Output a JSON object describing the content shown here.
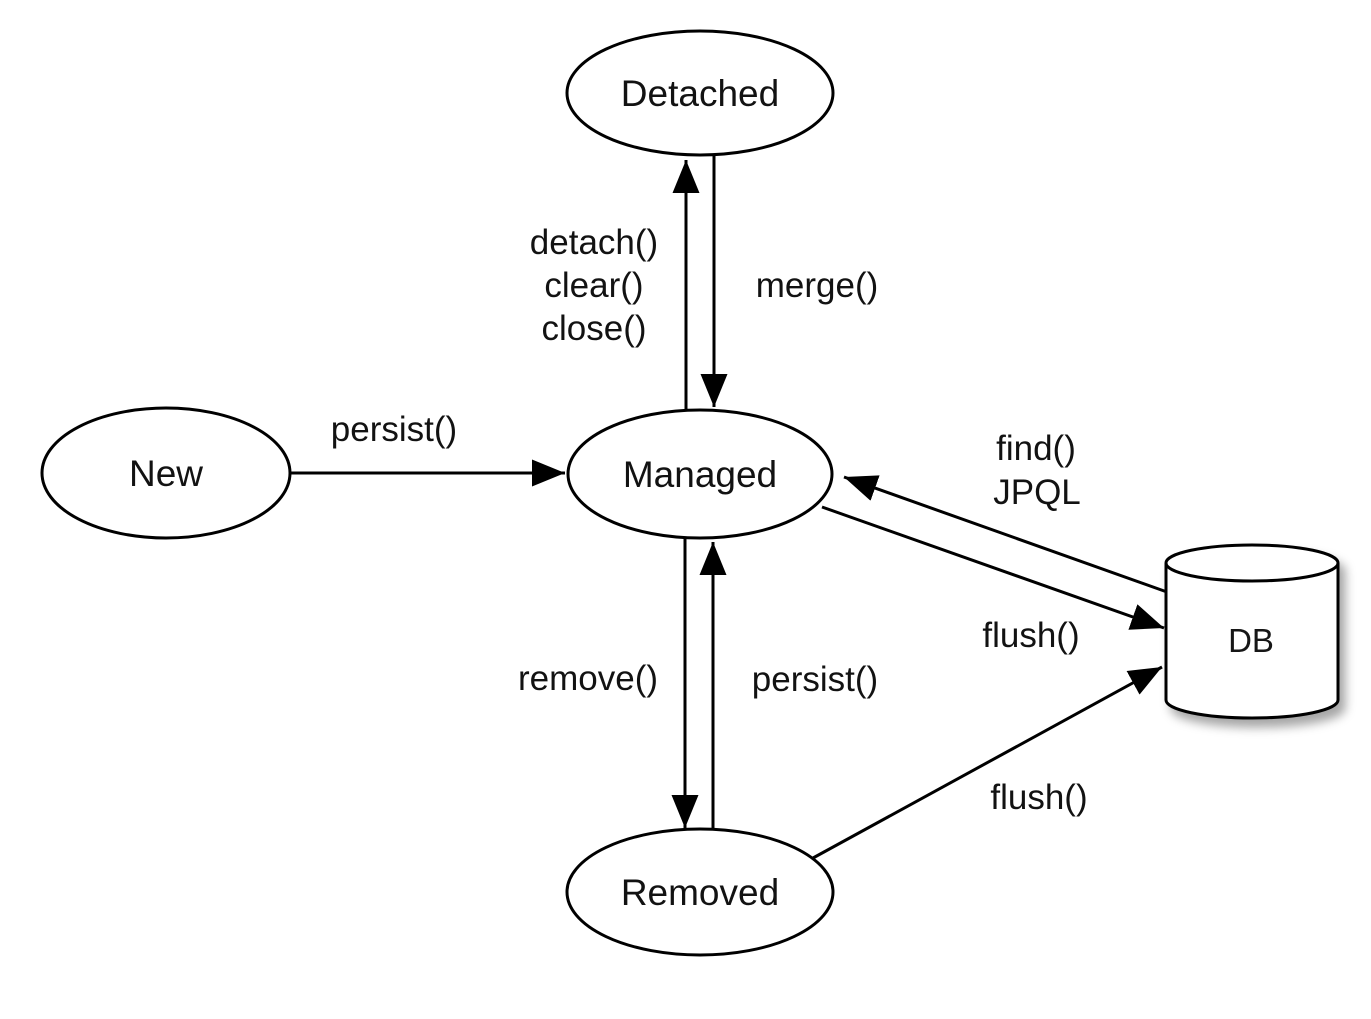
{
  "colors": {
    "background": "#ffffff",
    "stroke": "#000000",
    "text": "#121212"
  },
  "nodes": {
    "detached": {
      "label": "Detached"
    },
    "new": {
      "label": "New"
    },
    "managed": {
      "label": "Managed"
    },
    "removed": {
      "label": "Removed"
    },
    "db": {
      "label": "DB"
    }
  },
  "edges": {
    "managed_to_detached": {
      "label_lines": [
        "detach()",
        "clear()",
        "close()"
      ]
    },
    "detached_to_managed": {
      "label": "merge()"
    },
    "new_to_managed": {
      "label": "persist()"
    },
    "db_to_managed": {
      "label_lines": [
        "find()",
        "JPQL"
      ]
    },
    "managed_to_db": {
      "label": "flush()"
    },
    "managed_to_removed": {
      "label": "remove()"
    },
    "removed_to_managed": {
      "label": "persist()"
    },
    "removed_to_db": {
      "label": "flush()"
    }
  }
}
